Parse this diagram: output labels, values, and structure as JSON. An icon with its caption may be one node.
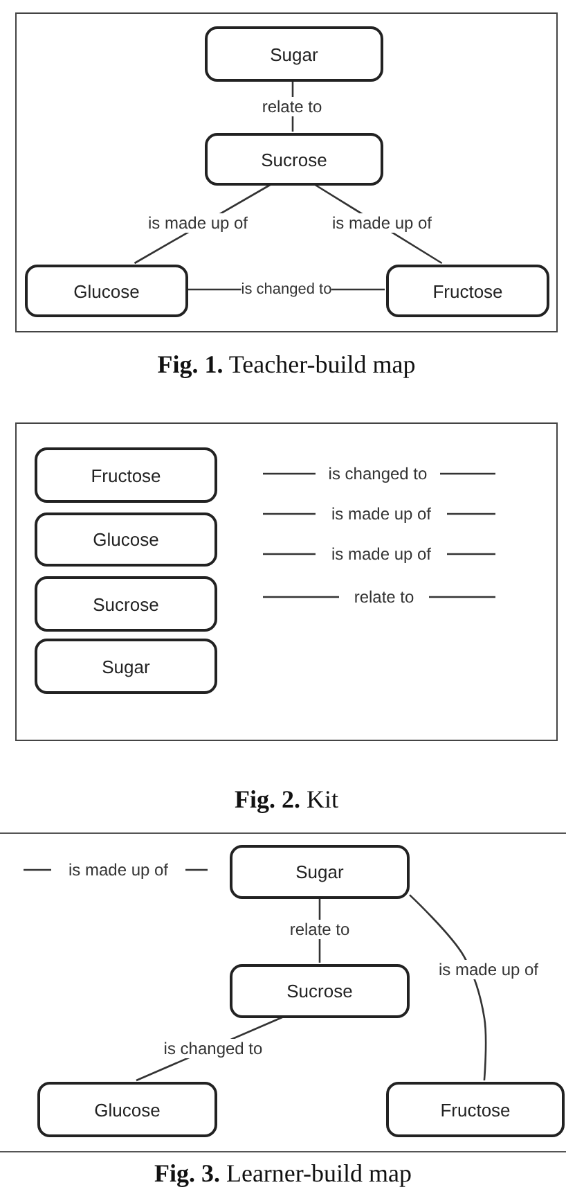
{
  "diagram": {
    "nodes": [
      {
        "text": [
          "**Fig. 1.** Teacher-build map"
        ]
      },
      {
        "text": [
          "Sugar"
        ],
        "in": 0
      },
      {
        "text": [
          "Sucrose"
        ],
        "in": 0
      },
      {
        "text": [
          "Glucose"
        ],
        "in": 0
      },
      {
        "text": [
          "Fructose"
        ],
        "in": 0
      },
      {
        "text": [
          "**Fig. 2.** Kit"
        ]
      },
      {
        "text": [
          "Fructose"
        ],
        "in": 5
      },
      {
        "text": [
          "Glucose"
        ],
        "in": 5
      },
      {
        "text": [
          "Sucrose"
        ],
        "in": 5
      },
      {
        "text": [
          "Sugar"
        ],
        "in": 5
      },
      {
        "text": [
          "**Fig. 3.** Learner-build map"
        ]
      },
      {
        "text": [
          "Sugar"
        ],
        "in": 10
      },
      {
        "text": [
          "Sucrose"
        ],
        "in": 10
      },
      {
        "text": [
          "Glucose"
        ],
        "in": 10
      },
      {
        "text": [
          "Fructose"
        ],
        "in": 10
      }
    ],
    "edges": [
      {
        "from": 1,
        "to": 2,
        "label": "relate to",
        "arrow": "none"
      },
      {
        "from": 2,
        "to": 3,
        "label": "is made up of",
        "arrow": "none"
      },
      {
        "from": 2,
        "to": 4,
        "label": "is made up of",
        "arrow": "none"
      },
      {
        "from": 3,
        "to": 4,
        "label": "is changed to",
        "arrow": "none"
      },
      {
        "from": 11,
        "to": 12,
        "label": "relate to",
        "arrow": "none"
      },
      {
        "from": 12,
        "to": 13,
        "label": "is changed to",
        "arrow": "none"
      },
      {
        "from": 11,
        "to": 14,
        "label": "is made up of",
        "arrow": "none"
      }
    ],
    "labels": [
      "is changed to",
      "is made up of",
      "is made up of",
      "relate to",
      "is made up of"
    ]
  }
}
